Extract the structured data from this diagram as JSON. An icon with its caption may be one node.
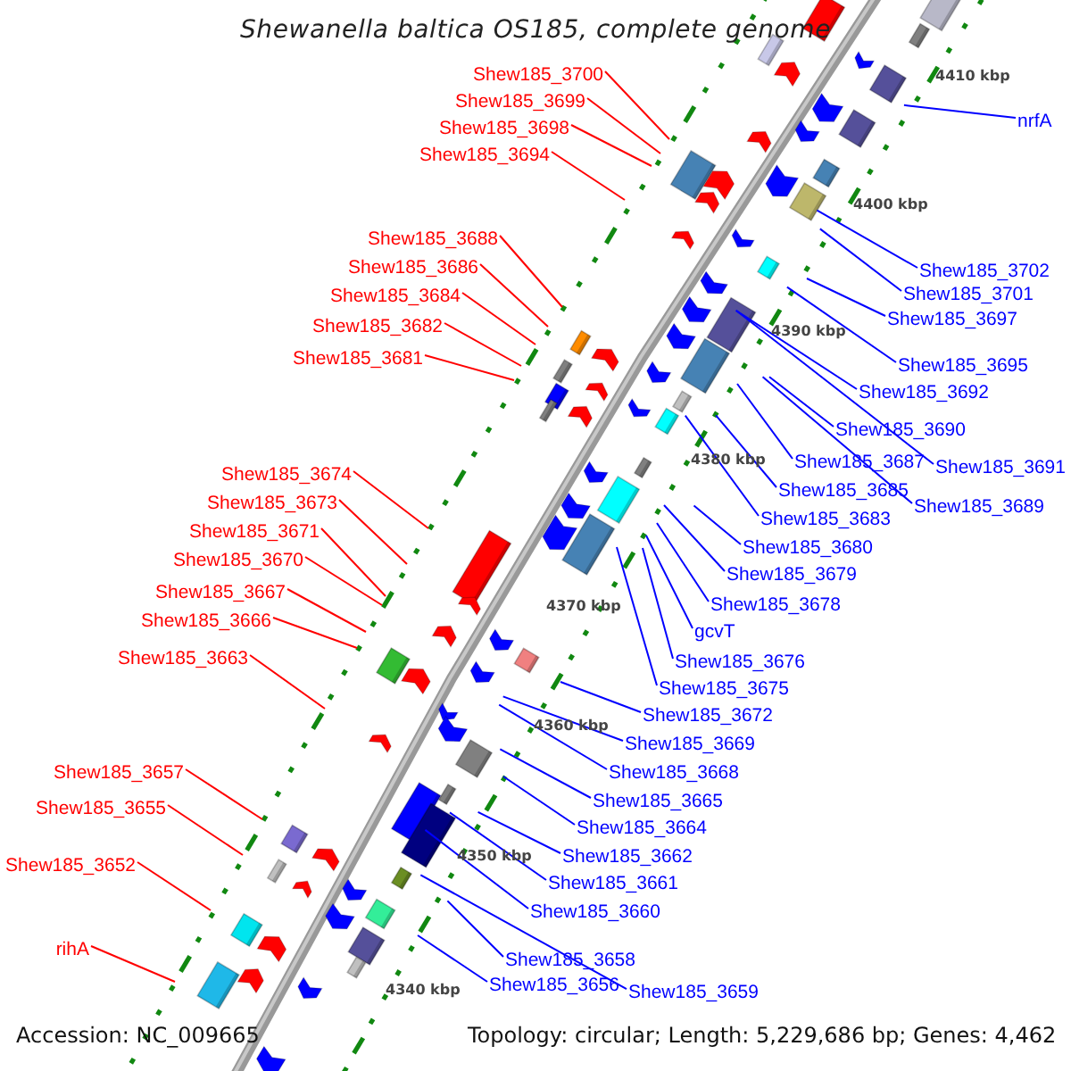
{
  "diagram": {
    "title": "Shewanella baltica OS185, complete genome",
    "nodes": [
      {
        "text": [
          "Shew185_3700"
        ]
      },
      {
        "text": [
          "Shew185_3699"
        ]
      },
      {
        "text": [
          "Shew185_3698"
        ]
      },
      {
        "text": [
          "Shew185_3694"
        ]
      },
      {
        "text": [
          "Shew185_3688"
        ]
      },
      {
        "text": [
          "Shew185_3686"
        ]
      },
      {
        "text": [
          "Shew185_3684"
        ]
      },
      {
        "text": [
          "Shew185_3682"
        ]
      },
      {
        "text": [
          "Shew185_3681"
        ]
      },
      {
        "text": [
          "Shew185_3674"
        ]
      },
      {
        "text": [
          "Shew185_3673"
        ]
      },
      {
        "text": [
          "Shew185_3671"
        ]
      },
      {
        "text": [
          "Shew185_3670"
        ]
      },
      {
        "text": [
          "Shew185_3667"
        ]
      },
      {
        "text": [
          "Shew185_3666"
        ]
      },
      {
        "text": [
          "Shew185_3663"
        ]
      },
      {
        "text": [
          "Shew185_3657"
        ]
      },
      {
        "text": [
          "Shew185_3655"
        ]
      },
      {
        "text": [
          "Shew185_3652"
        ]
      },
      {
        "text": [
          "rihA"
        ]
      },
      {
        "text": [
          "nrfA"
        ]
      },
      {
        "text": [
          "Shew185_3702"
        ]
      },
      {
        "text": [
          "Shew185_3701"
        ]
      },
      {
        "text": [
          "Shew185_3697"
        ]
      },
      {
        "text": [
          "Shew185_3695"
        ]
      },
      {
        "text": [
          "Shew185_3692"
        ]
      },
      {
        "text": [
          "Shew185_3690"
        ]
      },
      {
        "text": [
          "Shew185_3691"
        ]
      },
      {
        "text": [
          "Shew185_3687"
        ]
      },
      {
        "text": [
          "Shew185_3685"
        ]
      },
      {
        "text": [
          "Shew185_3689"
        ]
      },
      {
        "text": [
          "Shew185_3683"
        ]
      },
      {
        "text": [
          "Shew185_3680"
        ]
      },
      {
        "text": [
          "Shew185_3679"
        ]
      },
      {
        "text": [
          "Shew185_3678"
        ]
      },
      {
        "text": [
          "gcvT"
        ]
      },
      {
        "text": [
          "Shew185_3676"
        ]
      },
      {
        "text": [
          "Shew185_3675"
        ]
      },
      {
        "text": [
          "Shew185_3672"
        ]
      },
      {
        "text": [
          "Shew185_3669"
        ]
      },
      {
        "text": [
          "Shew185_3668"
        ]
      },
      {
        "text": [
          "Shew185_3665"
        ]
      },
      {
        "text": [
          "Shew185_3664"
        ]
      },
      {
        "text": [
          "Shew185_3662"
        ]
      },
      {
        "text": [
          "Shew185_3661"
        ]
      },
      {
        "text": [
          "Shew185_3660"
        ]
      },
      {
        "text": [
          "Shew185_3658"
        ]
      },
      {
        "text": [
          "Shew185_3656"
        ]
      },
      {
        "text": [
          "Shew185_3659"
        ]
      }
    ],
    "edges": [
      {
        "from": 0,
        "to": null,
        "arrow": "none",
        "color": "#ff0000"
      },
      {
        "from": 1,
        "to": null,
        "arrow": "none",
        "color": "#ff0000"
      },
      {
        "from": 2,
        "to": null,
        "arrow": "none",
        "color": "#ff0000"
      },
      {
        "from": 3,
        "to": null,
        "arrow": "none",
        "color": "#ff0000"
      },
      {
        "from": 4,
        "to": null,
        "arrow": "none",
        "color": "#ff0000"
      },
      {
        "from": 5,
        "to": null,
        "arrow": "none",
        "color": "#ff0000"
      },
      {
        "from": 6,
        "to": null,
        "arrow": "none",
        "color": "#ff0000"
      },
      {
        "from": 7,
        "to": null,
        "arrow": "none",
        "color": "#ff0000"
      },
      {
        "from": 8,
        "to": null,
        "arrow": "none",
        "color": "#ff0000"
      },
      {
        "from": 9,
        "to": null,
        "arrow": "none",
        "color": "#ff0000"
      },
      {
        "from": 10,
        "to": null,
        "arrow": "none",
        "color": "#ff0000"
      },
      {
        "from": 11,
        "to": null,
        "arrow": "none",
        "color": "#ff0000"
      },
      {
        "from": 12,
        "to": null,
        "arrow": "none",
        "color": "#ff0000"
      },
      {
        "from": 13,
        "to": null,
        "arrow": "none",
        "color": "#ff0000"
      },
      {
        "from": 14,
        "to": null,
        "arrow": "none",
        "color": "#ff0000"
      },
      {
        "from": 15,
        "to": null,
        "arrow": "none",
        "color": "#ff0000"
      },
      {
        "from": 16,
        "to": null,
        "arrow": "none",
        "color": "#ff0000"
      },
      {
        "from": 17,
        "to": null,
        "arrow": "none",
        "color": "#ff0000"
      },
      {
        "from": 18,
        "to": null,
        "arrow": "none",
        "color": "#ff0000"
      },
      {
        "from": 19,
        "to": null,
        "arrow": "none",
        "color": "#ff0000"
      },
      {
        "from": 20,
        "to": null,
        "arrow": "none"
      },
      {
        "from": 21,
        "to": null,
        "arrow": "none"
      },
      {
        "from": 22,
        "to": null,
        "arrow": "none"
      },
      {
        "from": 23,
        "to": null,
        "arrow": "none"
      },
      {
        "from": 24,
        "to": null,
        "arrow": "none"
      },
      {
        "from": 25,
        "to": null,
        "arrow": "none"
      },
      {
        "from": 26,
        "to": null,
        "arrow": "none"
      },
      {
        "from": 27,
        "to": null,
        "arrow": "none"
      },
      {
        "from": 28,
        "to": null,
        "arrow": "none"
      },
      {
        "from": 29,
        "to": null,
        "arrow": "none"
      },
      {
        "from": 30,
        "to": null,
        "arrow": "none"
      },
      {
        "from": 31,
        "to": null,
        "arrow": "none"
      },
      {
        "from": 32,
        "to": null,
        "arrow": "none"
      },
      {
        "from": 33,
        "to": null,
        "arrow": "none"
      },
      {
        "from": 34,
        "to": null,
        "arrow": "none"
      },
      {
        "from": 35,
        "to": null,
        "arrow": "none"
      },
      {
        "from": 36,
        "to": null,
        "arrow": "none"
      },
      {
        "from": 37,
        "to": null,
        "arrow": "none"
      },
      {
        "from": 38,
        "to": null,
        "arrow": "none"
      },
      {
        "from": 39,
        "to": null,
        "arrow": "none"
      },
      {
        "from": 40,
        "to": null,
        "arrow": "none"
      },
      {
        "from": 41,
        "to": null,
        "arrow": "none"
      },
      {
        "from": 42,
        "to": null,
        "arrow": "none"
      },
      {
        "from": 43,
        "to": null,
        "arrow": "none"
      },
      {
        "from": 44,
        "to": null,
        "arrow": "none"
      },
      {
        "from": 45,
        "to": null,
        "arrow": "none"
      },
      {
        "from": 46,
        "to": null,
        "arrow": "none"
      },
      {
        "from": 47,
        "to": null,
        "arrow": "none"
      },
      {
        "from": 48,
        "to": null,
        "arrow": "none"
      }
    ],
    "labels": [
      "4410 kbp",
      "4400 kbp",
      "4390 kbp",
      "4380 kbp",
      "4370 kbp",
      "4360 kbp",
      "4350 kbp",
      "4340 kbp",
      "Accession: NC_009665",
      "Topology: circular; Length: 5,229,686 bp; Genes: 4,462"
    ]
  }
}
